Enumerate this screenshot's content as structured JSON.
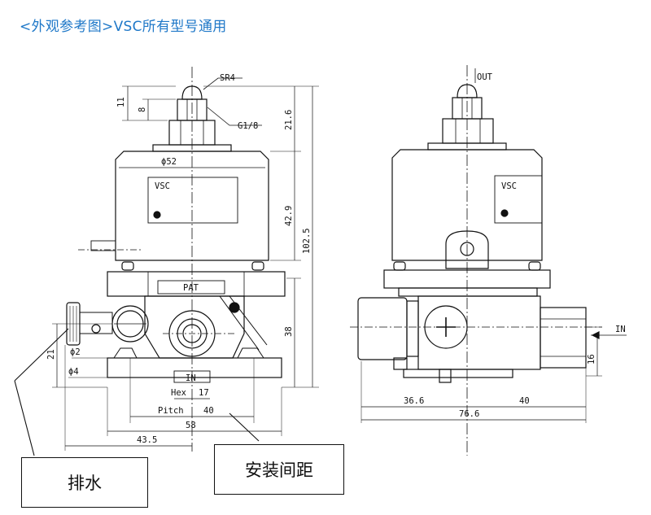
{
  "header": {
    "title": "<外观参考图>VSC所有型号通用"
  },
  "left_view": {
    "labels": {
      "sr4": "SR4",
      "g18": "G1/8",
      "phi52": "ϕ52",
      "vsc": "VSC",
      "pat": "PAT",
      "in": "IN",
      "phi2": "ϕ2",
      "phi4": "ϕ4",
      "hex": "Hex",
      "hex_val": "17",
      "pitch": "Pitch",
      "pitch_val": "40"
    },
    "dims": {
      "d11": "11",
      "d8": "8",
      "d21_6": "21.6",
      "d42_9": "42.9",
      "d102_5": "102.5",
      "d38": "38",
      "d21": "21",
      "d58": "58",
      "d43_5": "43.5"
    }
  },
  "right_view": {
    "labels": {
      "out": "OUT",
      "vsc": "VSC",
      "in": "IN"
    },
    "dims": {
      "d16": "16",
      "d36_6": "36.6",
      "d40": "40",
      "d76_6": "76.6"
    }
  },
  "callouts": {
    "drain": "排水",
    "spacing": "安装间距"
  }
}
